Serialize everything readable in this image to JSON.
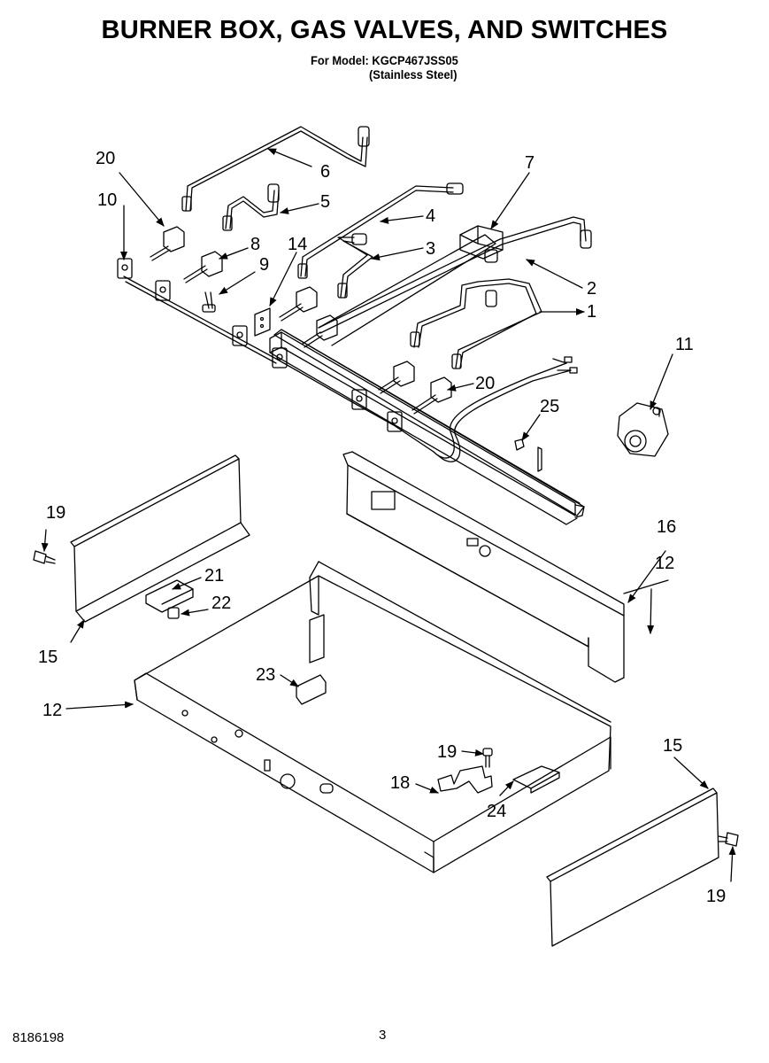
{
  "header": {
    "title": "BURNER BOX, GAS VALVES, AND SWITCHES",
    "model_line": "For Model: KGCP467JSS05",
    "finish_line": "(Stainless Steel)"
  },
  "callouts": [
    {
      "id": "c1",
      "label": "1"
    },
    {
      "id": "c2",
      "label": "2"
    },
    {
      "id": "c3",
      "label": "3"
    },
    {
      "id": "c4",
      "label": "4"
    },
    {
      "id": "c5",
      "label": "5"
    },
    {
      "id": "c6",
      "label": "6"
    },
    {
      "id": "c7",
      "label": "7"
    },
    {
      "id": "c8",
      "label": "8"
    },
    {
      "id": "c9",
      "label": "9"
    },
    {
      "id": "c10",
      "label": "10"
    },
    {
      "id": "c11",
      "label": "11"
    },
    {
      "id": "c12a",
      "label": "12"
    },
    {
      "id": "c12b",
      "label": "12"
    },
    {
      "id": "c14",
      "label": "14"
    },
    {
      "id": "c15a",
      "label": "15"
    },
    {
      "id": "c15b",
      "label": "15"
    },
    {
      "id": "c16",
      "label": "16"
    },
    {
      "id": "c18",
      "label": "18"
    },
    {
      "id": "c19a",
      "label": "19"
    },
    {
      "id": "c19b",
      "label": "19"
    },
    {
      "id": "c19c",
      "label": "19"
    },
    {
      "id": "c20a",
      "label": "20"
    },
    {
      "id": "c20b",
      "label": "20"
    },
    {
      "id": "c21",
      "label": "21"
    },
    {
      "id": "c22",
      "label": "22"
    },
    {
      "id": "c23",
      "label": "23"
    },
    {
      "id": "c24",
      "label": "24"
    },
    {
      "id": "c25",
      "label": "25"
    }
  ],
  "footer": {
    "doc_number": "8186198",
    "page_number": "3"
  }
}
